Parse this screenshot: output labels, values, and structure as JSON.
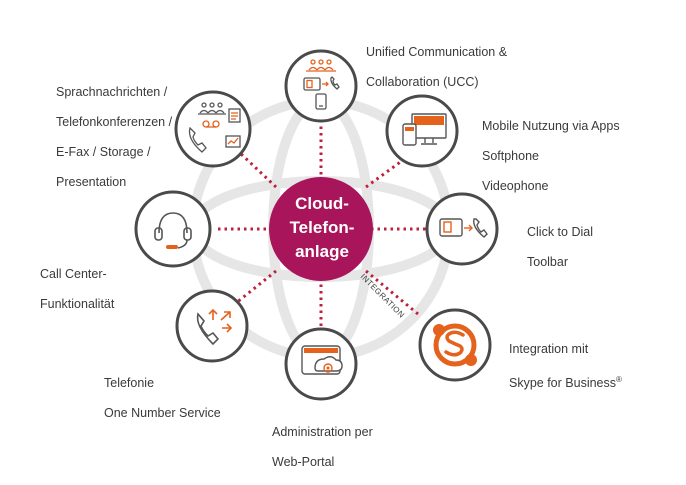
{
  "center": {
    "lines": [
      "Cloud-",
      "Telefon-",
      "anlage"
    ]
  },
  "integration_label": "INTEGRATION",
  "features": {
    "ucc": {
      "lines": [
        "Unified Communication &",
        "Collaboration (UCC)"
      ]
    },
    "mobile": {
      "lines": [
        "Mobile Nutzung via Apps",
        "Softphone",
        "Videophone"
      ]
    },
    "click": {
      "lines": [
        "Click to Dial",
        "Toolbar"
      ]
    },
    "skype": {
      "lines": [
        "Integration mit",
        "Skype for Business"
      ],
      "mark": "®"
    },
    "admin": {
      "lines": [
        "Administration per",
        "Web-Portal"
      ]
    },
    "telefonie": {
      "lines": [
        "Telefonie",
        "One Number Service"
      ]
    },
    "callcenter": {
      "lines": [
        "Call Center-",
        "Funktionalität"
      ]
    },
    "sprach": {
      "lines": [
        "Sprachnachrichten /",
        "Telefonkonferenzen /",
        "E-Fax / Storage /",
        "Presentation"
      ]
    }
  },
  "colors": {
    "center_fill": "#a8155a",
    "accent": "#e4621c",
    "ring": "#4a4a4a",
    "dots": "#c11e3b",
    "background_circle": "#e6e6e6"
  },
  "icons": {
    "ucc": "people-phone-mobile-icon",
    "mobile": "tablet-monitor-icon",
    "click": "card-phone-icon",
    "skype": "skype-icon",
    "admin": "browser-gear-icon",
    "telefonie": "phone-arrows-icon",
    "callcenter": "headset-icon",
    "sprach": "voicemail-conference-icon"
  }
}
